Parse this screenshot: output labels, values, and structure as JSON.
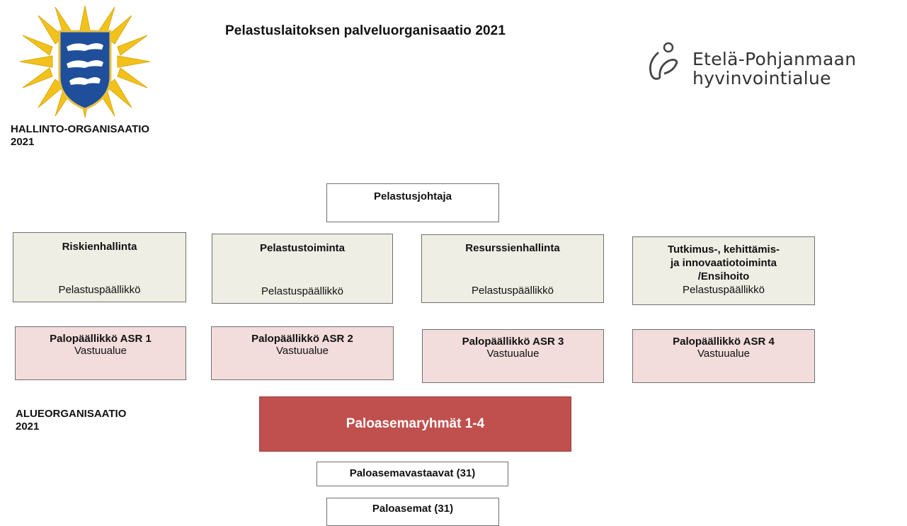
{
  "header": {
    "title": "Pelastuslaitoksen palveluorganisaatio 2021",
    "admin_label_line1": "HALLINTO-ORGANISAATIO",
    "admin_label_line2": "2021",
    "region_label_line1": "ALUEORGANISAATIO",
    "region_label_line2": "2021",
    "logo_line1": "Etelä-Pohjanmaan",
    "logo_line2": "hyvinvointialue"
  },
  "colors": {
    "division_fill": "#eeeee4",
    "asr_fill": "#f2dcdc",
    "groups_fill": "#c0504d",
    "crest_shield": "#1f4f9a",
    "crest_star": "#f2c21b"
  },
  "icons": {
    "left_logo": "rescue-crest-icon",
    "right_logo": "leaf-person-icon"
  },
  "org": {
    "chief": "Pelastusjohtaja",
    "divisions": [
      {
        "title": "Riskienhallinta",
        "role": "Pelastuspäällikkö"
      },
      {
        "title": "Pelastustoiminta",
        "role": "Pelastuspäällikkö"
      },
      {
        "title": "Resurssienhallinta",
        "role": "Pelastuspäällikkö"
      },
      {
        "title_line1": "Tutkimus-, kehittämis-",
        "title_line2": "ja innovaatiotoiminta",
        "title_line3": "/Ensihoito",
        "role": "Pelastuspäällikkö"
      }
    ],
    "areas": [
      {
        "title": "Palopäällikkö ASR 1",
        "sub": "Vastuualue"
      },
      {
        "title": "Palopäällikkö ASR 2",
        "sub": "Vastuualue"
      },
      {
        "title": "Palopäällikkö ASR 3",
        "sub": "Vastuualue"
      },
      {
        "title": "Palopäällikkö ASR 4",
        "sub": "Vastuualue"
      }
    ],
    "station_groups": "Paloasemaryhmät 1-4",
    "station_managers": "Paloasemavastaavat (31)",
    "stations": "Paloasemat (31)"
  }
}
